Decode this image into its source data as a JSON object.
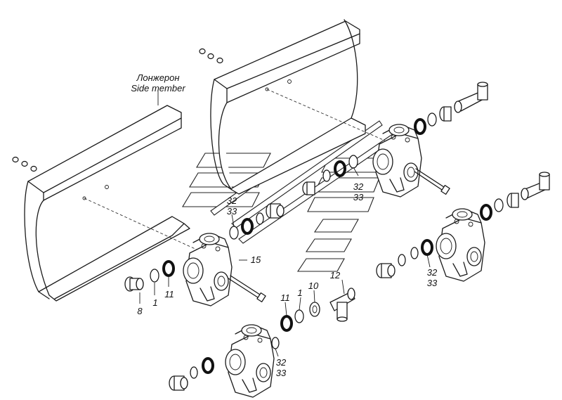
{
  "labels": {
    "member_ru": "Лонжерон",
    "member_en": "Side member",
    "n8": "8",
    "n1a": "1",
    "n11a": "11",
    "n15": "15",
    "n3233a_top": "32",
    "n3233a_bot": "33",
    "n3233b_top": "32",
    "n3233b_bot": "33",
    "n3233c_top": "32",
    "n3233c_bot": "33",
    "n3233d_top": "32",
    "n3233d_bot": "33",
    "n12": "12",
    "n10": "10",
    "n1b": "1",
    "n11b": "11"
  }
}
